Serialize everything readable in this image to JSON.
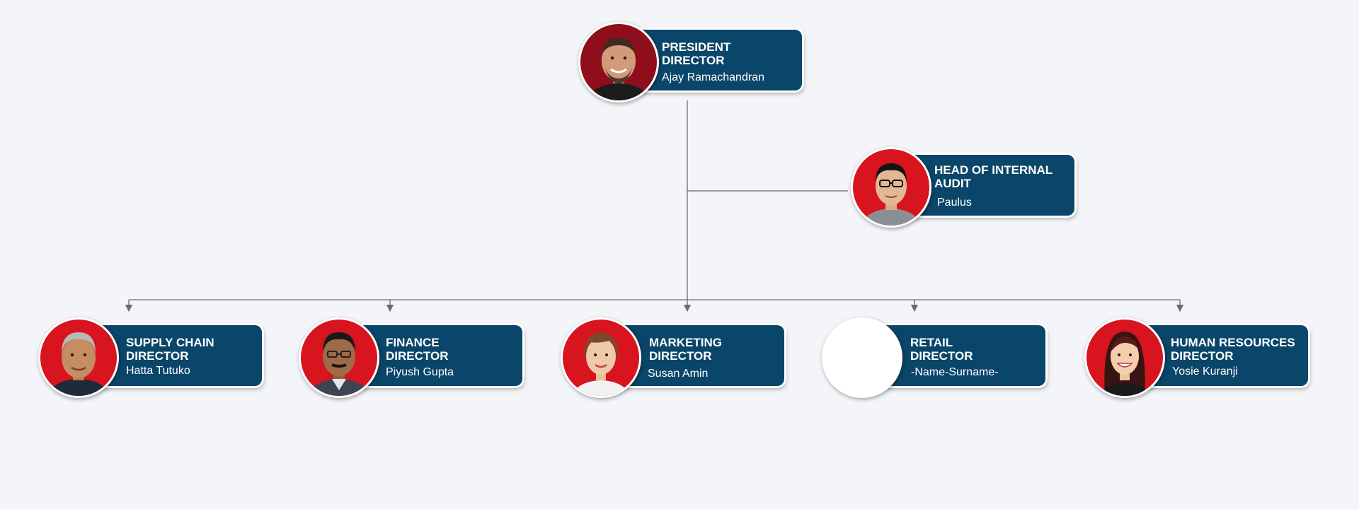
{
  "chart": {
    "root": {
      "title_line1": "PRESIDENT",
      "title_line2": "DIRECTOR",
      "name": "Ajay Ramachandran",
      "photo": "man-smiling-beard",
      "photo_bg": "#8e0e1b"
    },
    "assistant": {
      "title_line1": "HEAD OF INTERNAL",
      "title_line2": "AUDIT",
      "name": "Paulus",
      "photo": "man-glasses",
      "photo_bg": "#d8141f"
    },
    "directors": [
      {
        "title_line1": "SUPPLY CHAIN",
        "title_line2": "DIRECTOR",
        "name": "Hatta Tutuko",
        "photo": "man-gray-hair",
        "photo_bg": "#d8141f"
      },
      {
        "title_line1": "FINANCE",
        "title_line2": "DIRECTOR",
        "name": "Piyush Gupta",
        "photo": "man-glasses-suit",
        "photo_bg": "#d8141f"
      },
      {
        "title_line1": "MARKETING",
        "title_line2": "DIRECTOR",
        "name": "Susan Amin",
        "photo": "woman-short-hair",
        "photo_bg": "#d8141f"
      },
      {
        "title_line1": "RETAIL",
        "title_line2": "DIRECTOR",
        "name": "-Name-Surname-",
        "photo": "empty-placeholder",
        "photo_bg": "#ffffff"
      },
      {
        "title_line1": "HUMAN RESOURCES",
        "title_line2": "DIRECTOR",
        "name": "Yosie Kuranji",
        "photo": "woman-long-hair",
        "photo_bg": "#d8141f"
      }
    ]
  },
  "colors": {
    "card": "#0a4669",
    "accent": "#d8141f",
    "line": "#6b6b6b",
    "background": "#f4f5f8"
  }
}
